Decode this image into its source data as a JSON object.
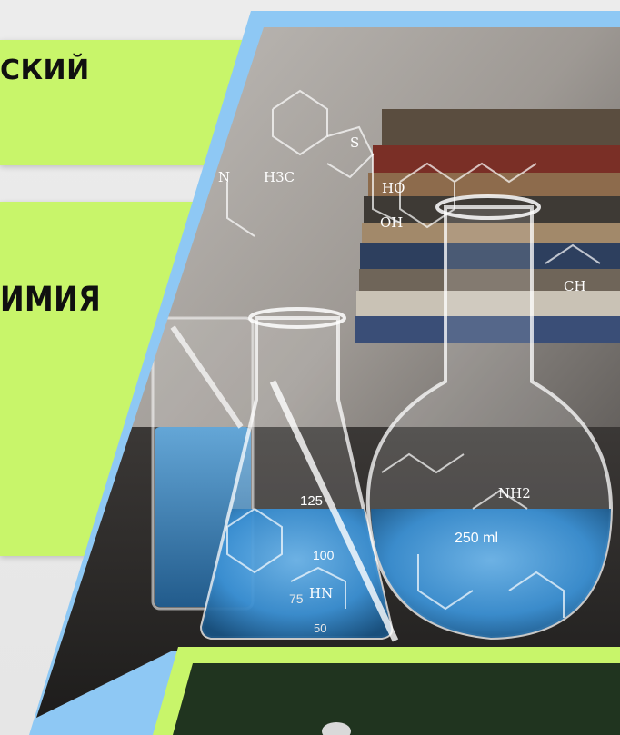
{
  "slide": {
    "top_label": "СКИЙ",
    "mid_label": "ИМИЯ"
  },
  "photo": {
    "flask_marks": [
      "125",
      "100",
      "75",
      "50",
      "250 ml"
    ],
    "molecule_labels": [
      "HO",
      "OH",
      "N",
      "S",
      "H3C",
      "HN",
      "CH",
      "NH2"
    ]
  },
  "colors": {
    "accent_green": "#c8f56a",
    "frame_blue": "#8ec8f4",
    "liquid_blue": "#3a8fd2"
  }
}
